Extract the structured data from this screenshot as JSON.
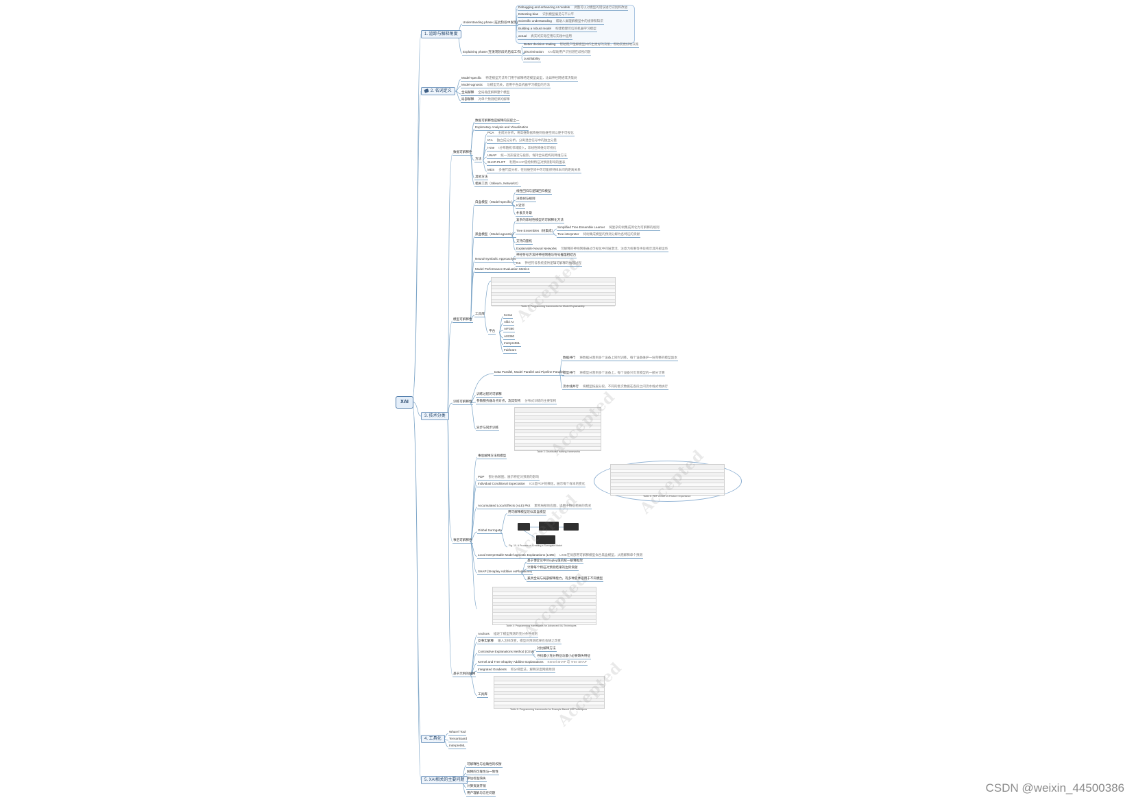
{
  "root": "XAI",
  "branches": {
    "b1": "1. 追踪与解释角度",
    "b2": "2. 名词定义",
    "b3": "3. 技术分类",
    "b4": "4. 工具化",
    "b5": "5. XAI相关的主要问题"
  },
  "b1_children": {
    "understanding": "Understanding phase (在此阶段中发现)",
    "explaining": "Explaining phase (在发现阶段的后续工作)",
    "u_items": [
      {
        "label": "Debugging and enhancing AI models",
        "desc": "调整可以对模型的错误进行识别和改进"
      },
      {
        "label": "Detecting bias",
        "desc": "识别模型偏见与不公平"
      },
      {
        "label": "Scientific understanding",
        "desc": "帮助人类理解模型中的规律和知识"
      },
      {
        "label": "Building a robust model",
        "desc": "构建稳健可信的机器学习模型"
      },
      {
        "label": "actual",
        "desc": "真实的实际应用与实践中运用"
      }
    ],
    "e_items": [
      {
        "label": "Better decision making",
        "desc": "帮助用户理解模型并作出更好的决策，帮助其更好地决策"
      },
      {
        "label": "Discrimination",
        "desc": "XAI帮助用户识别潜在歧视问题"
      },
      {
        "label": "Justifiability",
        "desc": ""
      }
    ]
  },
  "b2_children": [
    {
      "label": "Model-specific",
      "desc": "特定模型方法专门用于解释特定模型类型，比如神经网络或决策树"
    },
    {
      "label": "Model-agnostic",
      "desc": "与模型无关，适用于各类机器学习模型的方法"
    },
    {
      "label": "全局解释",
      "desc": "全局角度解释整个模型"
    },
    {
      "label": "局部解释",
      "desc": "对单个预测结果的解释"
    }
  ],
  "b3_sections": {
    "s1": "数据可解释性",
    "s1_intro": "数据可解释性是解释的前提之一",
    "s1_eav": "Exploratory Analysis and Visualization",
    "s1_methods_label": "方法",
    "s1_methods": [
      {
        "label": "PCA",
        "desc": "主成分分析，将高维数据降维到低维空间以便于可视化"
      },
      {
        "label": "ICA",
        "desc": "独立成分分析，分离混合信号中的独立分量"
      },
      {
        "label": "t-sne",
        "desc": "t分布随机邻域嵌入，非线性降维与可视化"
      },
      {
        "label": "UMAP",
        "desc": "统一流形逼近与投影，保持全局结构的降维方法"
      },
      {
        "label": "SHAP-PLOT",
        "desc": "利用SHAP值绘制特征对预测影响的图表"
      },
      {
        "label": "MDS",
        "desc": "多维尺度分析，在低维空间中尽可能保持样本间的距离关系"
      }
    ],
    "s1_more": "其他方法",
    "s1_tool": "相关工具（Sklearn, NetworkX）",
    "s2": "模型可解释性",
    "s2_a": "白盒模型（Model-specific）",
    "s2_a_items": [
      "线性回归与逻辑回归模型",
      "决策树与规则",
      "K近邻",
      "朴素贝叶斯"
    ],
    "s2_b": "黑盒模型（Model-agnostic）",
    "s2_b_intro": "复杂的非线性模型的可解释化方法",
    "s2_b_tree": "Tree Ensembles（树集成）",
    "s2_b_tree_items": [
      {
        "label": "Simplified Tree Ensemble Learner",
        "desc": "将复杂的树集成简化为可解释的规则"
      },
      {
        "label": "Tree interpreter",
        "desc": "将树集成模型的预测分解为各特征的贡献"
      }
    ],
    "s2_b_svm": "支持向量机",
    "s2_b_nn": "Explainable Neural Networks",
    "s2_b_nn_desc": "可解释的神经网络通过可视化中间层激活、注意力权重等手段揭示其内部运作",
    "s2_c": "Neural-Symbolic Approaches",
    "s2_c_items": [
      {
        "label": "神经符号方法将神经网络与符号推理相结合",
        "desc": ""
      },
      {
        "label": "NS",
        "desc": "神经符号系统提供逻辑可解释的推理过程"
      }
    ],
    "s2_d": "Model Performance Evaluation Metrics",
    "s2_tool_label": "工具库",
    "s2_tool_sub": "平台",
    "s2_tools": [
      "Keras",
      "Alibi AI",
      "AIF360",
      "AIX360",
      "InterpretML",
      "Fairlearn"
    ],
    "s2_cap1": "Table 2: Programming frameworks for Model Explainability",
    "s3": "训练可解释性",
    "s3_parallel": "Data Parallel, Model Parallel and Pipeline Parallel",
    "s3_parallel_items": [
      {
        "label": "数据并行",
        "desc": "将数据分割到多个设备上同时训练，每个设备维护一份完整的模型副本"
      },
      {
        "label": "模型并行",
        "desc": "将模型分割到多个设备上，每个设备只负责模型的一部分计算"
      },
      {
        "label": "流水线并行",
        "desc": "将模型按层分段，不同的批次数据在各段之间流水线式地执行"
      }
    ],
    "s3_sub": "异步与同步训练",
    "s3_item1": "训练过程的可解释",
    "s3_item2": "参数服务器与点对点，及其架构",
    "s3_item2_desc": "分布式训练的主要架构",
    "s3_cap": "Table 3: Distributed training frameworks",
    "s4": "事后可解释性",
    "s4_intro": "事后解释方法和模型",
    "s4_pdp": "PDP",
    "s4_pdp_desc": "部分依赖图，展示特征对预测的影响",
    "s4_ice": "Individual Conditional Expectation",
    "s4_ice_desc": "ICE是PDP的细化，展示每个样本的变化",
    "s4_ale": "Accumulated Local Effects (ALE) Plot",
    "s4_ale_desc": "累积局部效应图，适用于特征相关的情况",
    "s4_gs": "Global Surrogate",
    "s4_gs_intro": "用可解释模型近似黑盒模型",
    "s4_gs_cap": "Fig. 10. A Process of Creating a Surrogate Model",
    "flow": [
      "Data",
      "Black Box Model",
      "Predictions",
      "Interpretable Model"
    ],
    "s4_lime": "Local Interpretable Model-agnostic Explanations (LIME)",
    "s4_lime_desc": "LIME在局部用可解释模型拟合黑盒模型，从而解释单个预测",
    "s4_shap": "SHAP (SHapley Additive exPlanations)",
    "s4_shap_items": [
      "基于博弈论中Shapley值的统一解释框架",
      "计算每个特征对预测结果的边际贡献",
      "兼具全局与局部解释能力，有多种变体适用于不同模型"
    ],
    "s4_cap": "Table 4: Programming frameworks for Advanced XAI Techniques",
    "s4_ellipse_cap": "Table 5: PDP vs ICE vs Feature Importance",
    "s5": "基于示例的解释",
    "s5_items": [
      {
        "label": "Anchors",
        "desc": "描述了模型预测的充分条件规则"
      },
      {
        "label": "反事实解释",
        "desc": "输入怎样改变，模型的预测结果也会随之改变"
      },
      {
        "label": "Contrastive Explanations Method (CEM)",
        "desc": ""
      },
      {
        "label": "Kernel and Tree Shapley Additive Explanations",
        "desc": "Kernel SHAP 与 Tree SHAP"
      },
      {
        "label": "Integrated Gradients",
        "desc": "积分梯度法，解释深度网络预测"
      }
    ],
    "s5_cem_items": [
      "对比解释方法",
      "寻找最小充分特征与最小必要缺失特征"
    ],
    "s5_tool": "工具库",
    "s5_cap": "Table 6: Programming frameworks for Example Based XAI Techniques"
  },
  "b4_children": [
    "What-If Tool",
    "TensorBoard",
    "InterpretML"
  ],
  "b5_children": [
    "可解释性与准确性的权衡",
    "解释的可靠性与一致性",
    "评估标准缺失",
    "计算资源开销",
    "用户理解与信任问题"
  ],
  "watermarks": [
    "Accepted",
    "Accepted",
    "Accepted",
    "Accepted",
    "Accepted",
    "Accepted"
  ],
  "footer": "CSDN @weixin_44500386"
}
